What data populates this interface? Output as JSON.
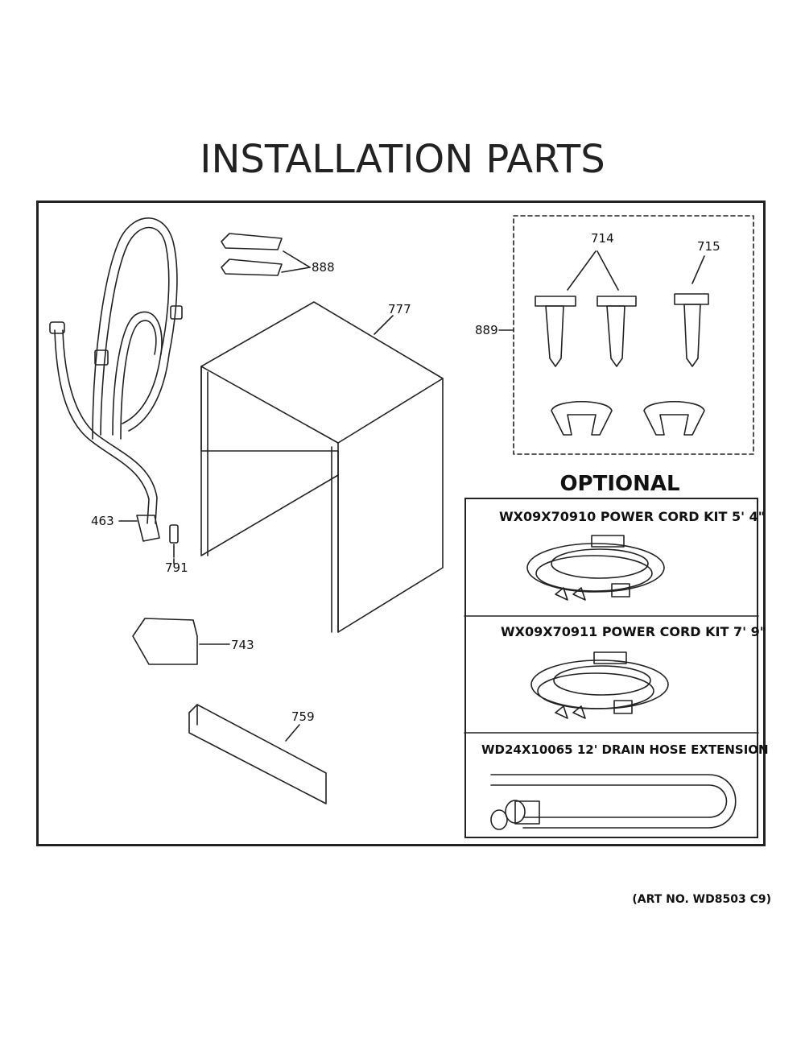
{
  "title": "INSTALLATION PARTS",
  "callouts": {
    "p463": "463",
    "p791": "791",
    "p888": "888",
    "p777": "777",
    "p889": "889",
    "p714": "714",
    "p715": "715",
    "p743": "743",
    "p759": "759"
  },
  "optional": {
    "heading": "OPTIONAL",
    "kits": [
      {
        "label": "WX09X70910 POWER CORD KIT 5' 4\""
      },
      {
        "label": "WX09X70911 POWER CORD KIT 7' 9\""
      },
      {
        "label": "WD24X10065 12' DRAIN HOSE EXTENSION"
      }
    ]
  },
  "art_number": "(ART NO. WD8503 C9)"
}
